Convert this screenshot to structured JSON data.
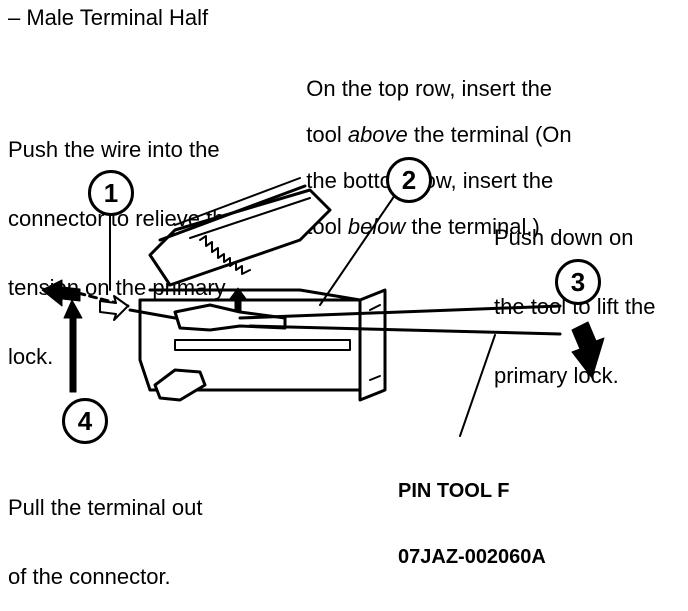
{
  "title": "– Male Terminal Half",
  "callout_top": [
    "On the top row, insert the",
    "tool ",
    "above",
    " the terminal (On",
    "the bottom row, insert the",
    "tool ",
    "below",
    " the terminal.)"
  ],
  "callout_left": [
    "Push the wire into the",
    "connector to relieve the",
    "tension on the primary",
    "lock."
  ],
  "callout_right": [
    "Push down on",
    "the tool to lift the",
    "primary lock."
  ],
  "callout_bottom_left": [
    "Pull the terminal out",
    "of the connector."
  ],
  "tool_label": [
    "PIN TOOL F",
    "07JAZ-002060A"
  ],
  "steps": [
    "1",
    "2",
    "3",
    "4"
  ]
}
